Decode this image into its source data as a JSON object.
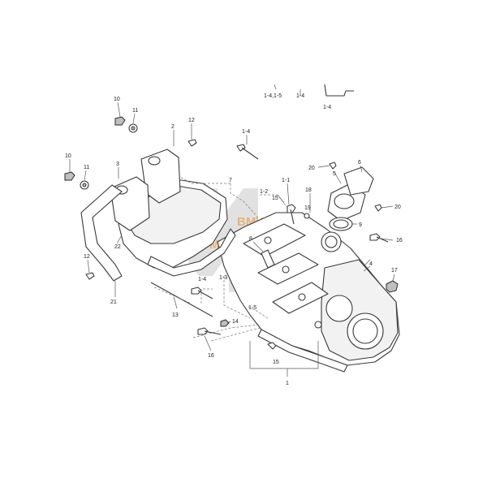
{
  "diagram": {
    "callouts": [
      {
        "id": "c10a",
        "label": "10"
      },
      {
        "id": "c11a",
        "label": "11"
      },
      {
        "id": "c2",
        "label": "2"
      },
      {
        "id": "c12a",
        "label": "12"
      },
      {
        "id": "c14top",
        "label": "1-4"
      },
      {
        "id": "c141",
        "label": "1-4,1-5"
      },
      {
        "id": "c14r",
        "label": "1-4"
      },
      {
        "id": "c14far",
        "label": "1-4"
      },
      {
        "id": "c10b",
        "label": "10"
      },
      {
        "id": "c11b",
        "label": "11"
      },
      {
        "id": "c3",
        "label": "3"
      },
      {
        "id": "c7",
        "label": "7"
      },
      {
        "id": "c11",
        "label": "1-1"
      },
      {
        "id": "c12",
        "label": "1-2"
      },
      {
        "id": "c15a",
        "label": "15"
      },
      {
        "id": "c18",
        "label": "18"
      },
      {
        "id": "c19",
        "label": "19"
      },
      {
        "id": "c20a",
        "label": "20"
      },
      {
        "id": "c5",
        "label": "5"
      },
      {
        "id": "c6",
        "label": "6"
      },
      {
        "id": "c20b",
        "label": "20"
      },
      {
        "id": "c9",
        "label": "9"
      },
      {
        "id": "c16a",
        "label": "16"
      },
      {
        "id": "c4",
        "label": "4"
      },
      {
        "id": "c17",
        "label": "17"
      },
      {
        "id": "c8",
        "label": "8"
      },
      {
        "id": "c22",
        "label": "22"
      },
      {
        "id": "c12b",
        "label": "12"
      },
      {
        "id": "c13dash",
        "label": "1-3"
      },
      {
        "id": "c14mid",
        "label": "1-4"
      },
      {
        "id": "c15dash",
        "label": "1-5"
      },
      {
        "id": "c21",
        "label": "21"
      },
      {
        "id": "c13",
        "label": "13"
      },
      {
        "id": "c14",
        "label": "14"
      },
      {
        "id": "c16b",
        "label": "16"
      },
      {
        "id": "c15b",
        "label": "15"
      },
      {
        "id": "c1",
        "label": "1"
      }
    ]
  },
  "watermark": {
    "line1": "BMW",
    "line2": "MOTORRAD"
  },
  "colors": {
    "line": "#3a3a3a",
    "watermark_gray": "#9a9a9a",
    "watermark_orange": "#f08a24"
  }
}
